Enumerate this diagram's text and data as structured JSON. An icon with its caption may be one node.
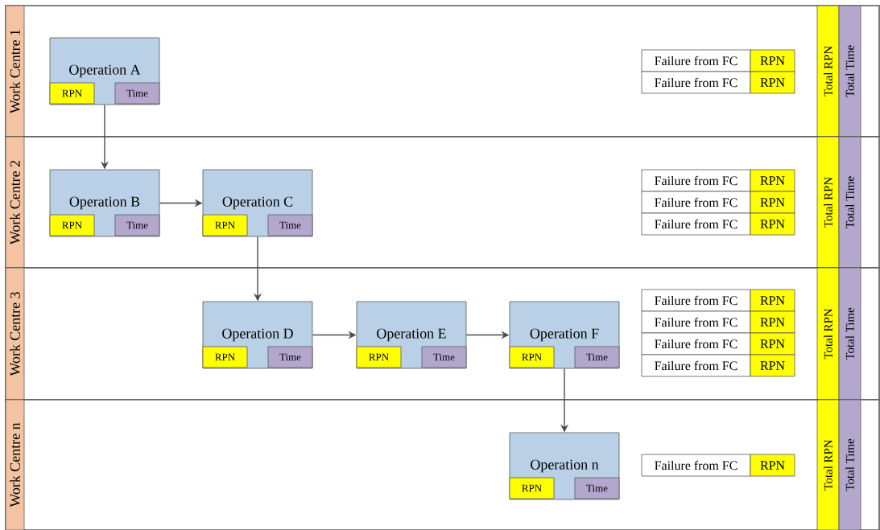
{
  "diagram": {
    "nodes": [
      {
        "text": [
          "Work Centre 1"
        ]
      },
      {
        "text": [
          "Operation A"
        ],
        "in": 0
      },
      {
        "text": [
          "RPN"
        ],
        "in": 1
      },
      {
        "text": [
          "Time"
        ],
        "in": 1
      },
      {
        "text": [
          "Failure from FC"
        ],
        "in": 0
      },
      {
        "text": [
          "RPN"
        ],
        "in": 0
      },
      {
        "text": [
          "Failure from FC"
        ],
        "in": 0
      },
      {
        "text": [
          "RPN"
        ],
        "in": 0
      },
      {
        "text": [
          "Total RPN"
        ],
        "in": 0
      },
      {
        "text": [
          "Total Time"
        ],
        "in": 0
      },
      {
        "text": [
          "Work Centre 2"
        ]
      },
      {
        "text": [
          "Operation B"
        ],
        "in": 10
      },
      {
        "text": [
          "RPN"
        ],
        "in": 11
      },
      {
        "text": [
          "Time"
        ],
        "in": 11
      },
      {
        "text": [
          "Operation C"
        ],
        "in": 10
      },
      {
        "text": [
          "RPN"
        ],
        "in": 14
      },
      {
        "text": [
          "Time"
        ],
        "in": 14
      },
      {
        "text": [
          "Failure from FC"
        ],
        "in": 10
      },
      {
        "text": [
          "RPN"
        ],
        "in": 10
      },
      {
        "text": [
          "Failure from FC"
        ],
        "in": 10
      },
      {
        "text": [
          "RPN"
        ],
        "in": 10
      },
      {
        "text": [
          "Failure from FC"
        ],
        "in": 10
      },
      {
        "text": [
          "RPN"
        ],
        "in": 10
      },
      {
        "text": [
          "Total RPN"
        ],
        "in": 10
      },
      {
        "text": [
          "Total Time"
        ],
        "in": 10
      },
      {
        "text": [
          "Work Centre 3"
        ]
      },
      {
        "text": [
          "Operation D"
        ],
        "in": 25
      },
      {
        "text": [
          "RPN"
        ],
        "in": 26
      },
      {
        "text": [
          "Time"
        ],
        "in": 26
      },
      {
        "text": [
          "Operation E"
        ],
        "in": 25
      },
      {
        "text": [
          "RPN"
        ],
        "in": 29
      },
      {
        "text": [
          "Time"
        ],
        "in": 29
      },
      {
        "text": [
          "Operation F"
        ],
        "in": 25
      },
      {
        "text": [
          "RPN"
        ],
        "in": 32
      },
      {
        "text": [
          "Time"
        ],
        "in": 32
      },
      {
        "text": [
          "Failure from FC"
        ],
        "in": 25
      },
      {
        "text": [
          "RPN"
        ],
        "in": 25
      },
      {
        "text": [
          "Failure from FC"
        ],
        "in": 25
      },
      {
        "text": [
          "RPN"
        ],
        "in": 25
      },
      {
        "text": [
          "Failure from FC"
        ],
        "in": 25
      },
      {
        "text": [
          "RPN"
        ],
        "in": 25
      },
      {
        "text": [
          "Failure from FC"
        ],
        "in": 25
      },
      {
        "text": [
          "RPN"
        ],
        "in": 25
      },
      {
        "text": [
          "Total RPN"
        ],
        "in": 25
      },
      {
        "text": [
          "Total Time"
        ],
        "in": 25
      },
      {
        "text": [
          "Work Centre n"
        ]
      },
      {
        "text": [
          "Operation n"
        ],
        "in": 45
      },
      {
        "text": [
          "RPN"
        ],
        "in": 46
      },
      {
        "text": [
          "Time"
        ],
        "in": 46
      },
      {
        "text": [
          "Failure from FC"
        ],
        "in": 45
      },
      {
        "text": [
          "RPN"
        ],
        "in": 45
      },
      {
        "text": [
          "Total RPN"
        ],
        "in": 45
      },
      {
        "text": [
          "Total Time"
        ],
        "in": 45
      }
    ],
    "edges": [
      {
        "from": 1,
        "to": 11,
        "arrow": "to"
      },
      {
        "from": 11,
        "to": 14,
        "arrow": "to"
      },
      {
        "from": 14,
        "to": 26,
        "arrow": "to"
      },
      {
        "from": 26,
        "to": 29,
        "arrow": "to"
      },
      {
        "from": 29,
        "to": 32,
        "arrow": "to"
      },
      {
        "from": 32,
        "to": 46,
        "arrow": "to"
      }
    ]
  }
}
